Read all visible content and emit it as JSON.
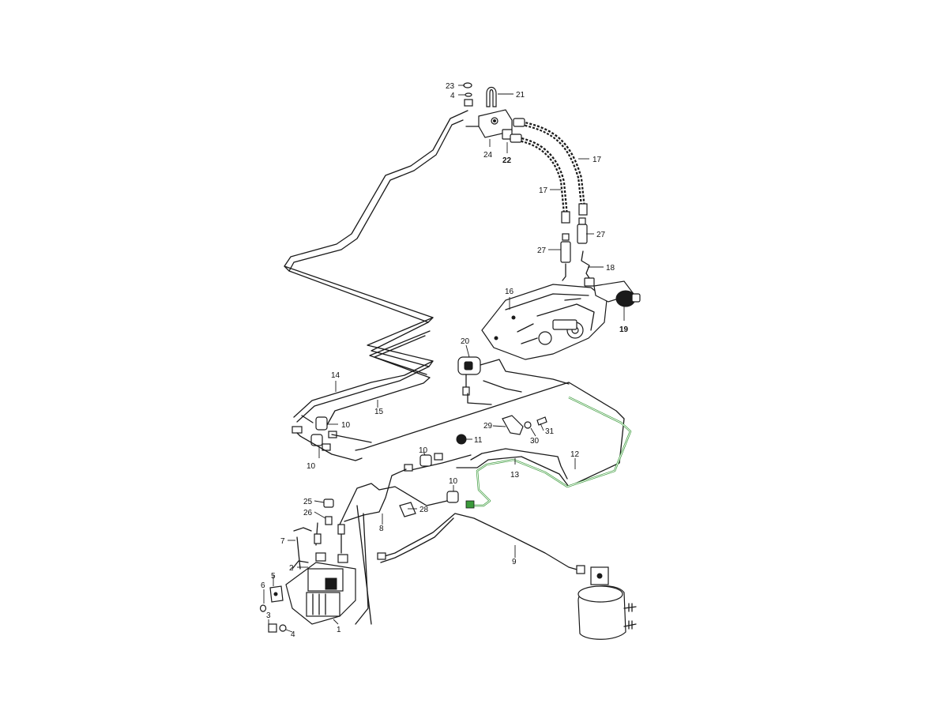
{
  "callouts": [
    {
      "n": "23"
    },
    {
      "n": "4"
    },
    {
      "n": "21"
    },
    {
      "n": "24"
    },
    {
      "n": "22"
    },
    {
      "n": "17"
    },
    {
      "n": "17"
    },
    {
      "n": "27"
    },
    {
      "n": "27"
    },
    {
      "n": "18"
    },
    {
      "n": "16"
    },
    {
      "n": "19"
    },
    {
      "n": "20"
    },
    {
      "n": "14"
    },
    {
      "n": "15"
    },
    {
      "n": "10"
    },
    {
      "n": "10"
    },
    {
      "n": "10"
    },
    {
      "n": "10"
    },
    {
      "n": "11"
    },
    {
      "n": "29"
    },
    {
      "n": "30"
    },
    {
      "n": "31"
    },
    {
      "n": "12"
    },
    {
      "n": "13"
    },
    {
      "n": "25"
    },
    {
      "n": "26"
    },
    {
      "n": "28"
    },
    {
      "n": "8"
    },
    {
      "n": "9"
    },
    {
      "n": "7"
    },
    {
      "n": "2"
    },
    {
      "n": "5"
    },
    {
      "n": "6"
    },
    {
      "n": "3"
    },
    {
      "n": "4"
    },
    {
      "n": "1"
    }
  ],
  "colors": {
    "line": "#1a1a1a",
    "highlight": "#3a9a3a",
    "background": "#ffffff"
  }
}
